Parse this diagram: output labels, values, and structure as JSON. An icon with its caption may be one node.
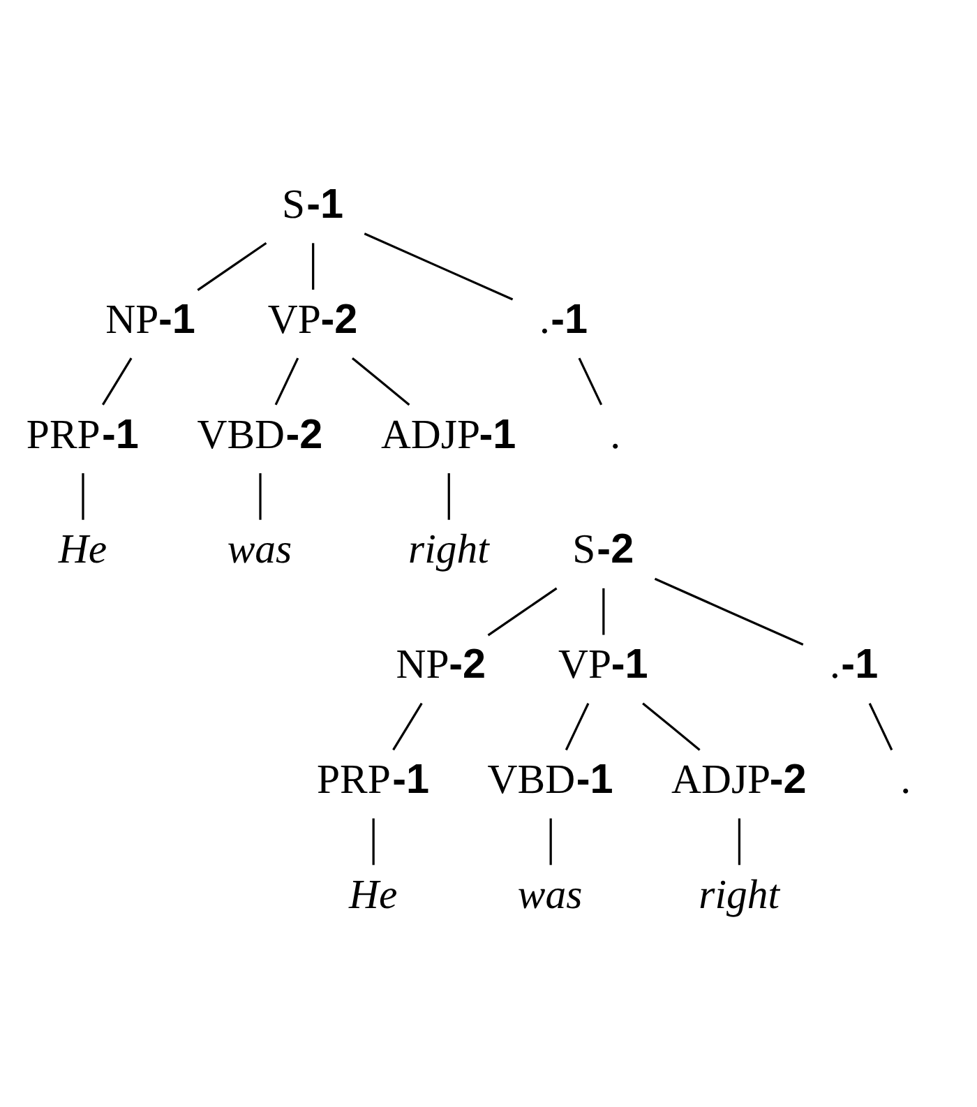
{
  "diagram": {
    "nodes": [
      {
        "text": [
          "S**-1**"
        ]
      },
      {
        "text": [
          "NP**-1**"
        ]
      },
      {
        "text": [
          "VP**-2**"
        ]
      },
      {
        "text": [
          ".**-1**"
        ]
      },
      {
        "text": [
          "PRP**-1**"
        ]
      },
      {
        "text": [
          "VBD**-2**"
        ]
      },
      {
        "text": [
          "ADJP**-1**"
        ]
      },
      {
        "text": [
          "."
        ]
      },
      {
        "text": [
          "He"
        ]
      },
      {
        "text": [
          "was"
        ]
      },
      {
        "text": [
          "right"
        ]
      },
      {
        "text": [
          "S**-2**"
        ]
      },
      {
        "text": [
          "NP**-2**"
        ]
      },
      {
        "text": [
          "VP**-1**"
        ]
      },
      {
        "text": [
          ".**-1**"
        ]
      },
      {
        "text": [
          "PRP**-1**"
        ]
      },
      {
        "text": [
          "VBD**-1**"
        ]
      },
      {
        "text": [
          "ADJP**-2**"
        ]
      },
      {
        "text": [
          "."
        ]
      },
      {
        "text": [
          "He"
        ]
      },
      {
        "text": [
          "was"
        ]
      },
      {
        "text": [
          "right"
        ]
      }
    ],
    "edges": [
      {
        "from": 0,
        "to": 1,
        "arrow": "none"
      },
      {
        "from": 0,
        "to": 2,
        "arrow": "none"
      },
      {
        "from": 0,
        "to": 3,
        "arrow": "none"
      },
      {
        "from": 1,
        "to": 4,
        "arrow": "none"
      },
      {
        "from": 2,
        "to": 5,
        "arrow": "none"
      },
      {
        "from": 2,
        "to": 6,
        "arrow": "none"
      },
      {
        "from": 3,
        "to": 7,
        "arrow": "none"
      },
      {
        "from": 4,
        "to": 8,
        "arrow": "none"
      },
      {
        "from": 5,
        "to": 9,
        "arrow": "none"
      },
      {
        "from": 6,
        "to": 10,
        "arrow": "none"
      },
      {
        "from": 11,
        "to": 12,
        "arrow": "none"
      },
      {
        "from": 11,
        "to": 13,
        "arrow": "none"
      },
      {
        "from": 11,
        "to": 14,
        "arrow": "none"
      },
      {
        "from": 12,
        "to": 15,
        "arrow": "none"
      },
      {
        "from": 13,
        "to": 16,
        "arrow": "none"
      },
      {
        "from": 13,
        "to": 17,
        "arrow": "none"
      },
      {
        "from": 14,
        "to": 18,
        "arrow": "none"
      },
      {
        "from": 15,
        "to": 19,
        "arrow": "none"
      },
      {
        "from": 16,
        "to": 20,
        "arrow": "none"
      },
      {
        "from": 17,
        "to": 21,
        "arrow": "none"
      }
    ]
  }
}
